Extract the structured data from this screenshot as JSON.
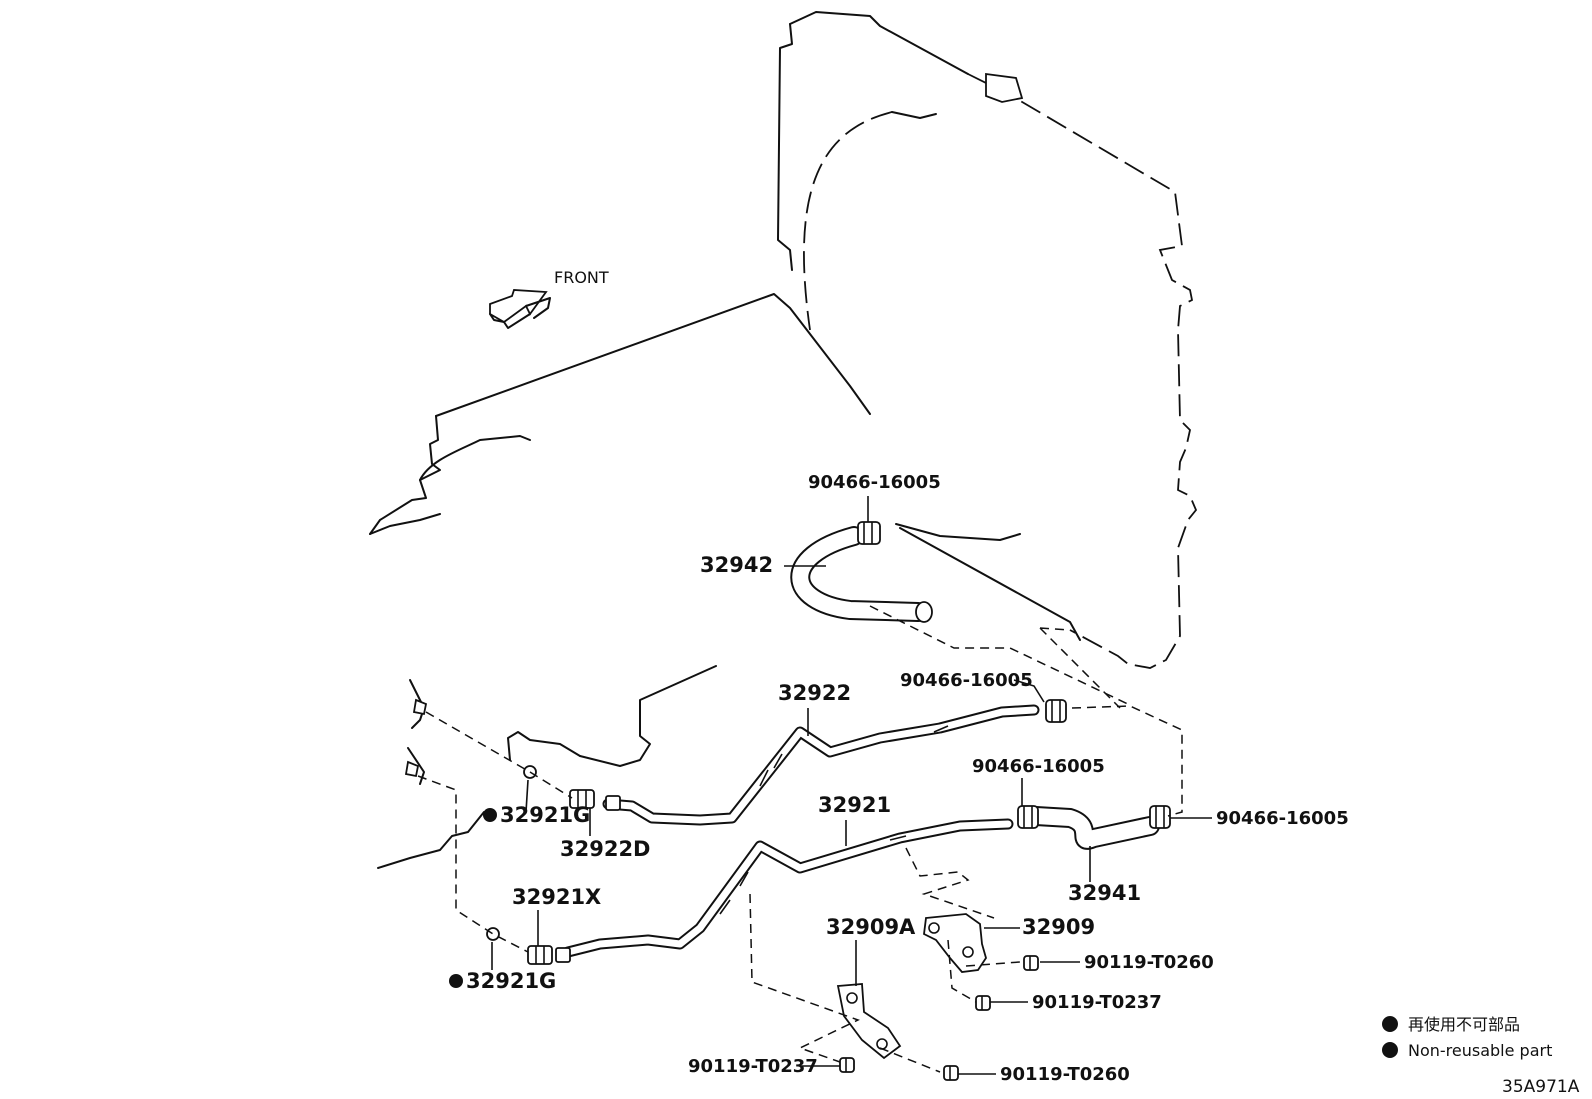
{
  "front_label": "FRONT",
  "callouts": {
    "clip_top": "90466-16005",
    "hose_32942": "32942",
    "clip_mid": "90466-16005",
    "tube_32922": "32922",
    "clip_hose2": "90466-16005",
    "tube_32921": "32921",
    "clip_right": "90466-16005",
    "hose_32941": "32941",
    "gasket_upper": "32921G",
    "union_32922D": "32922D",
    "union_32921X": "32921X",
    "gasket_lower": "32921G",
    "bracket_32909A": "32909A",
    "bracket_32909": "32909",
    "bolt_b_right_upper": "90119-T0260",
    "bolt_b_right_lower": "90119-T0237",
    "bolt_a_left": "90119-T0237",
    "bolt_a_right": "90119-T0260"
  },
  "legend": {
    "line1": "再使用不可部品",
    "line2": "Non-reusable part"
  },
  "diagram_code": "35A971A"
}
